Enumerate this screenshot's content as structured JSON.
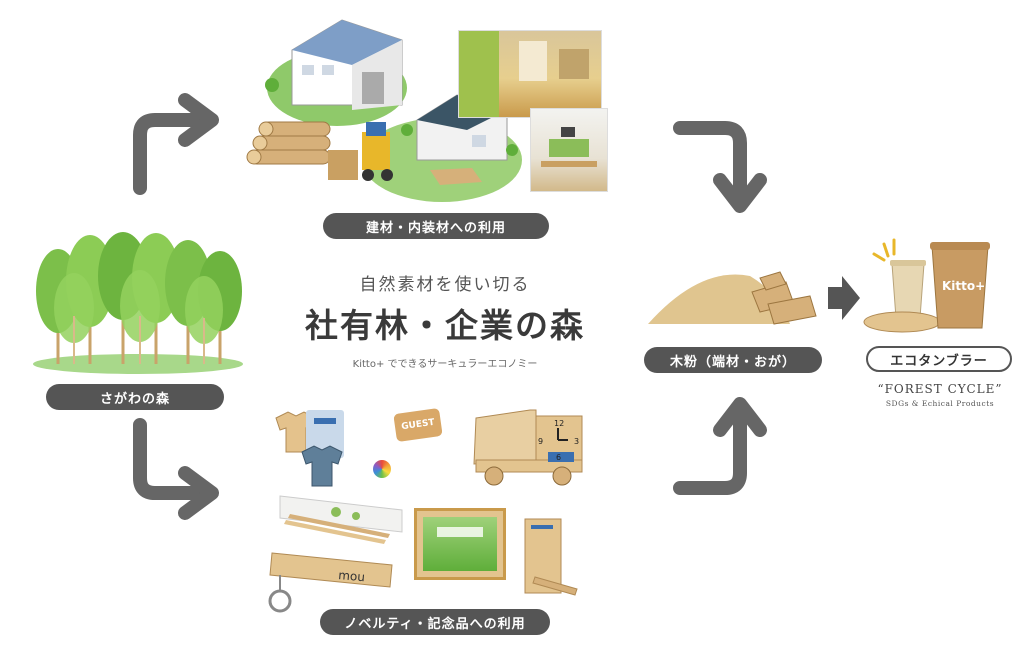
{
  "labels": {
    "building": "建材・内装材への利用",
    "forest": "さがわの森",
    "sawdust": "木粉（端材・おが）",
    "tumbler": "エコタンブラー",
    "novelty": "ノベルティ・記念品への利用"
  },
  "center": {
    "subtitle": "自然素材を使い切る",
    "title": "社有林・企業の森",
    "tagline": "Kitto+ でできるサーキュラーエコノミー"
  },
  "brand": {
    "cup_logo": "Kitto+",
    "tagline_title": "“FOREST CYCLE”",
    "tagline_sub": "SDGs & Echical Products"
  },
  "novelty_items": {
    "badge": "GUEST",
    "clock_numbers": [
      "12",
      "3",
      "6",
      "9"
    ],
    "keychain": "mou"
  },
  "colors": {
    "arrow": "#666666",
    "pill": "#555555",
    "tree": "#7cbf4a",
    "tree_dark": "#5a9c35",
    "wood": "#e3c48f"
  }
}
